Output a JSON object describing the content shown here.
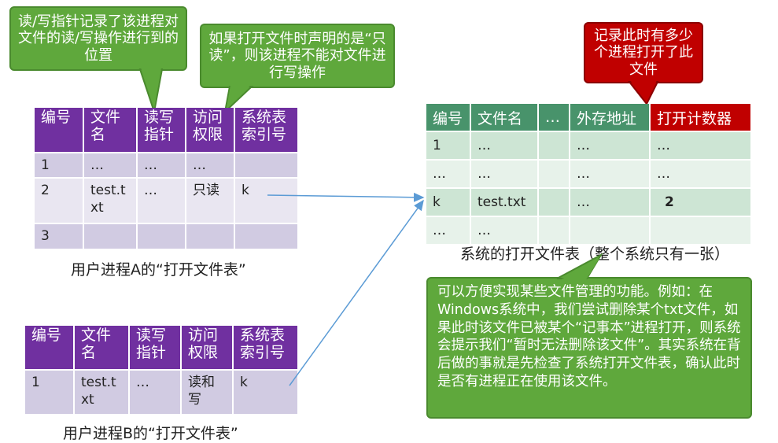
{
  "callouts": {
    "rw_pointer": "读/写指针记录了该进程对文件的读/写操作进行到的位置",
    "readonly": "如果打开文件时声明的是“只读”，则该进程不能对文件进行写操作",
    "open_count": "记录此时有多少个进程打开了此文件",
    "explain": "可以方便实现某些文件管理的功能。例如：在Windows系统中，我们尝试删除某个txt文件，如果此时该文件已被某个“记事本”进程打开，则系统会提示我们“暂时无法删除该文件”。其实系统在背后做的事就是先检查了系统打开文件表，确认此时是否有进程正在使用该文件。"
  },
  "tableA": {
    "headers": [
      "编号",
      "文件名",
      "读写指针",
      "访问权限",
      "系统表索引号"
    ],
    "rows": [
      [
        "1",
        "…",
        "…",
        "…",
        ""
      ],
      [
        "2",
        "test.txt",
        "…",
        "只读",
        "k"
      ],
      [
        "3",
        "",
        "",
        "",
        ""
      ]
    ],
    "caption": "用户进程A的“打开文件表”"
  },
  "tableB": {
    "headers": [
      "编号",
      "文件名",
      "读写指针",
      "访问权限",
      "系统表索引号"
    ],
    "rows": [
      [
        "1",
        "test.txt",
        "…",
        "读和写",
        "k"
      ]
    ],
    "caption": "用户进程B的“打开文件表”"
  },
  "sysTable": {
    "headers": [
      "编号",
      "文件名",
      "…",
      "外存地址",
      "打开计数器"
    ],
    "rows": [
      [
        "1",
        "…",
        "",
        "…",
        "…"
      ],
      [
        "…",
        "…",
        "",
        "…",
        "…"
      ],
      [
        "k",
        "test.txt",
        "",
        "…",
        "2"
      ],
      [
        "…",
        "…",
        "",
        "",
        ""
      ]
    ],
    "caption": "系统的打开文件表（整个系统只有一张）"
  },
  "colors": {
    "purple_header": "#7030a0",
    "green_header": "#48936b",
    "red_header": "#c00000",
    "callout_green": "#5fa83c",
    "callout_red": "#c00000",
    "arrow": "#5b9bd5"
  }
}
